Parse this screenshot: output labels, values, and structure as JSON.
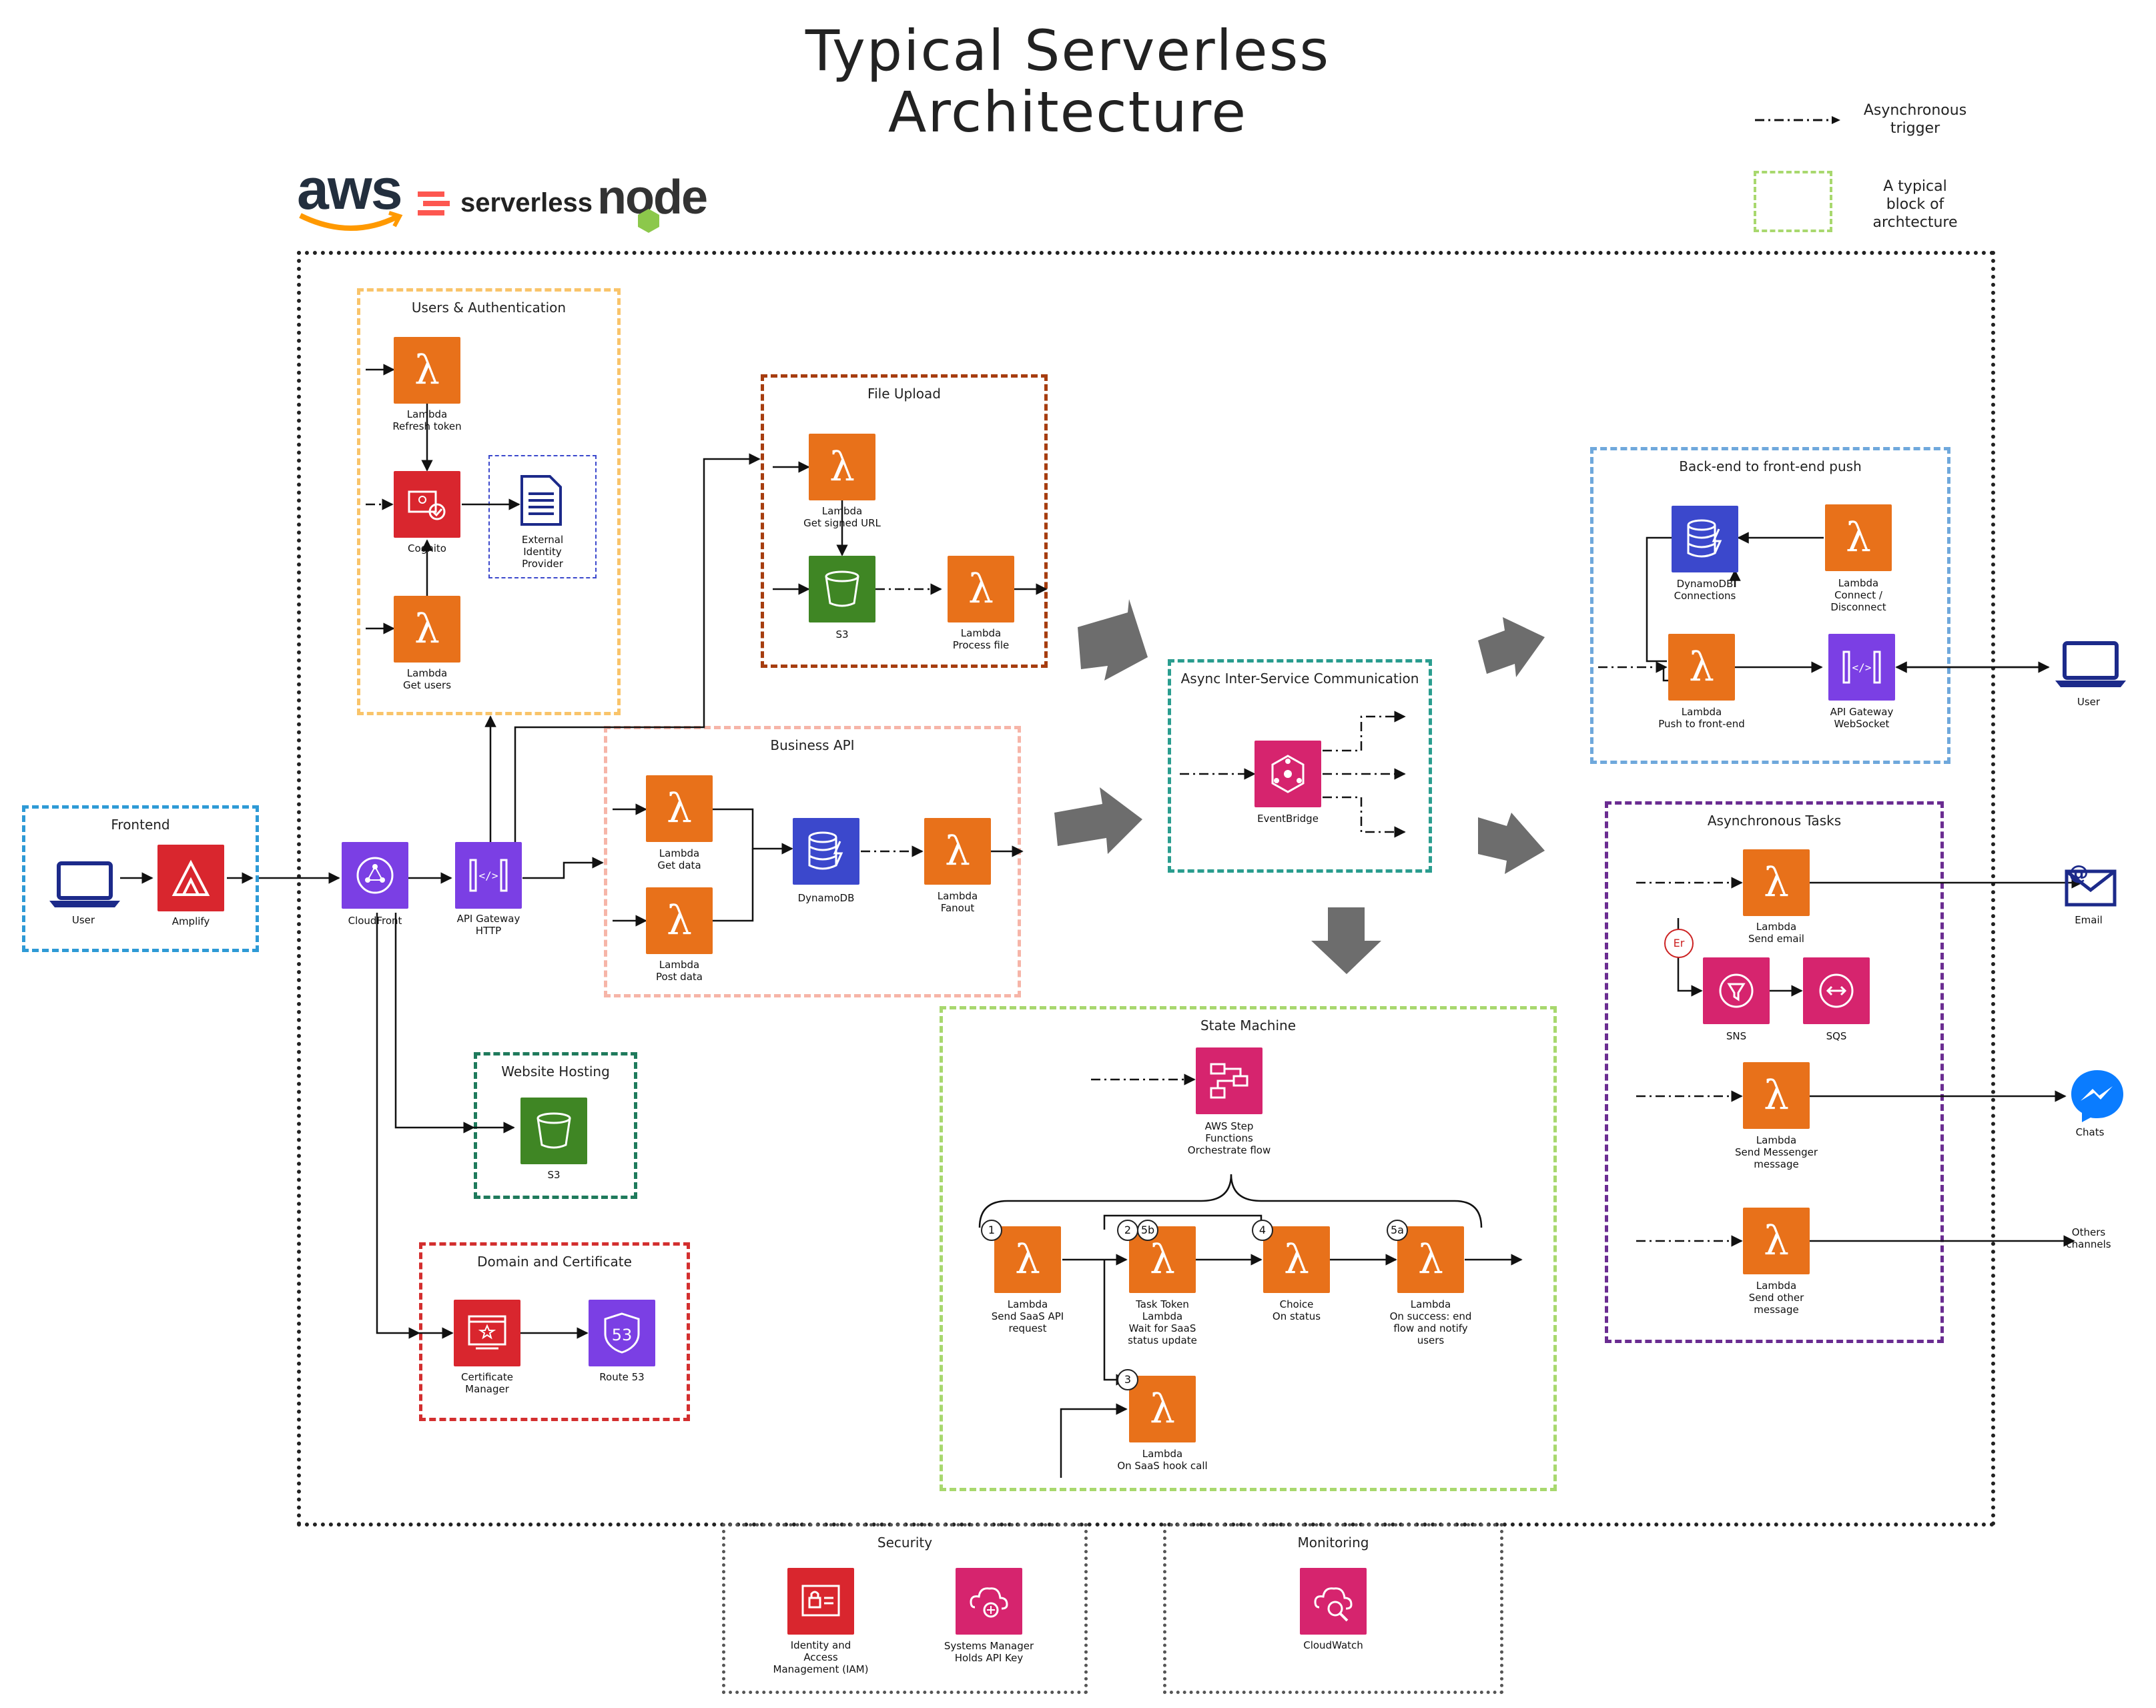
{
  "title_line1": "Typical Serverless",
  "title_line2": "Architecture",
  "logos": {
    "aws": "aws",
    "serverless": "serverless",
    "node": "node"
  },
  "legend": {
    "async_line1": "Asynchronous",
    "async_line2": "trigger",
    "block_line1": "A typical",
    "block_line2": "block of",
    "block_line3": "archtecture"
  },
  "colors": {
    "lambda": "#e8711a",
    "red": "#d9262e",
    "purple": "#7b3fe4",
    "green": "#3f8624",
    "pink": "#d6246e",
    "blue": "#3b48cc",
    "navy": "#1c2a8a"
  },
  "blocks": {
    "frontend": "Frontend",
    "users_auth": "Users & Authentication",
    "file_upload": "File Upload",
    "business_api": "Business API",
    "async_comm": "Async Inter-Service Communication",
    "backend_push": "Back-end to front-end push",
    "async_tasks": "Asynchronous Tasks",
    "state_machine": "State Machine",
    "website_hosting": "Website Hosting",
    "domain_cert": "Domain and Certificate",
    "security": "Security",
    "monitoring": "Monitoring"
  },
  "labels": {
    "user_left": "User",
    "amplify": "Amplify",
    "cloudfront": "CloudFront",
    "apigw_http_1": "API Gateway",
    "apigw_http_2": "HTTP",
    "refresh_1": "Lambda",
    "refresh_2": "Refresh token",
    "cognito": "Cognito",
    "ext_1": "External",
    "ext_2": "Identity",
    "ext_3": "Provider",
    "getusers_1": "Lambda",
    "getusers_2": "Get users",
    "signed_1": "Lambda",
    "signed_2": "Get signed URL",
    "s3_upload": "S3",
    "process_1": "Lambda",
    "process_2": "Process file",
    "getdata_1": "Lambda",
    "getdata_2": "Get data",
    "postdata_1": "Lambda",
    "postdata_2": "Post data",
    "dynamodb": "DynamoDB",
    "fanout_1": "Lambda",
    "fanout_2": "Fanout",
    "eventbridge": "EventBridge",
    "ddbconn_1": "DynamoDB",
    "ddbconn_2": "Connections",
    "connect_1": "Lambda",
    "connect_2": "Connect /",
    "connect_3": "Disconnect",
    "push_1": "Lambda",
    "push_2": "Push to front-end",
    "ws_1": "API Gateway",
    "ws_2": "WebSocket",
    "user_right": "User",
    "email_1": "Lambda",
    "email_2": "Send email",
    "er": "Er",
    "sns": "SNS",
    "sqs": "SQS",
    "email": "Email",
    "messenger_1": "Lambda",
    "messenger_2": "Send Messenger",
    "messenger_3": "message",
    "chats": "Chats",
    "other_1": "Lambda",
    "other_2": "Send other",
    "other_3": "message",
    "others_1": "Others",
    "others_2": "channels",
    "stepfn_1": "AWS Step",
    "stepfn_2": "Functions",
    "stepfn_3": "Orchestrate flow",
    "saas_1": "Lambda",
    "saas_2": "Send SaaS API",
    "saas_3": "request",
    "task_1": "Task Token",
    "task_2": "Lambda",
    "task_3": "Wait for SaaS",
    "task_4": "status update",
    "choice_1": "Choice",
    "choice_2": "On status",
    "success_1": "Lambda",
    "success_2": "On success: end",
    "success_3": "flow and notify",
    "success_4": "users",
    "hook_1": "Lambda",
    "hook_2": "On SaaS hook call",
    "num_1": "1",
    "num_2": "2",
    "num_5b": "5b",
    "num_4": "4",
    "num_5a": "5a",
    "num_3": "3",
    "s3_web": "S3",
    "cert_1": "Certificate",
    "cert_2": "Manager",
    "route53": "Route 53",
    "iam_1": "Identity and",
    "iam_2": "Access",
    "iam_3": "Management (IAM)",
    "ssm_1": "Systems Manager",
    "ssm_2": "Holds API Key",
    "cloudwatch": "CloudWatch"
  }
}
